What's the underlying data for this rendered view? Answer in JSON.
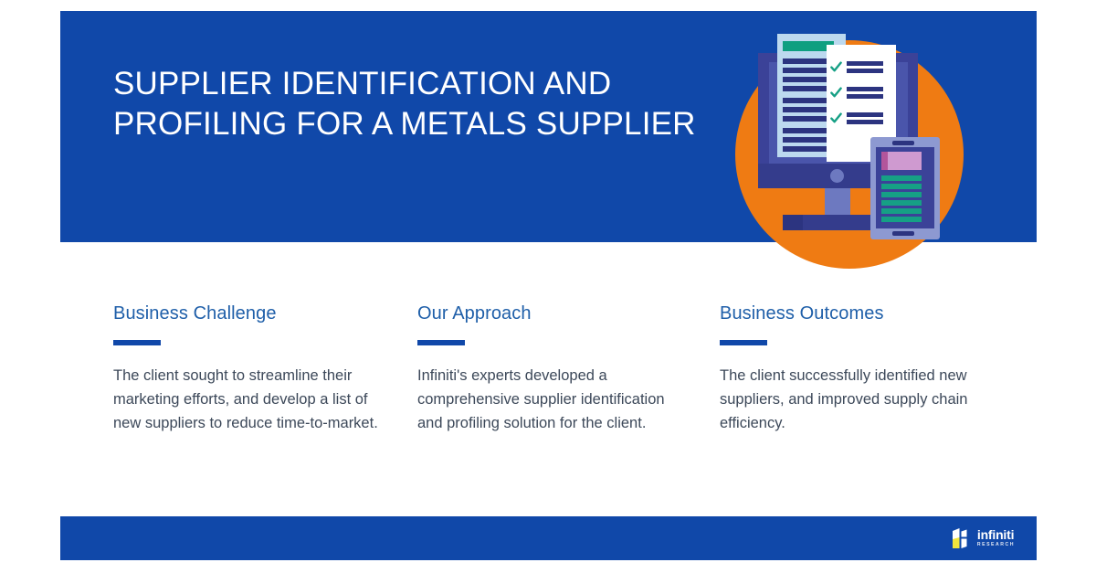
{
  "slide": {
    "title": "SUPPLIER IDENTIFICATION AND PROFILING FOR A METALS SUPPLIER",
    "background_color": "#ffffff",
    "band_color": "#1048a9",
    "accent_orange": "#ef7b13",
    "heading_color": "#1f5fa9",
    "body_color": "#3c4859"
  },
  "illustration": {
    "name": "supplier-checklist-illustration",
    "circle_color": "#ef7b13",
    "elements": [
      "orange-circle",
      "desktop-monitor",
      "checklist-document",
      "checked-document",
      "tablet-device"
    ],
    "check_color": "#16a085",
    "document_line_color": "#2c3480",
    "tablet_accent_color": "#cf9ad0"
  },
  "columns": [
    {
      "heading": "Business Challenge",
      "body": "The client sought to streamline their marketing efforts, and develop a list of new suppliers to reduce time-to-market."
    },
    {
      "heading": "Our Approach",
      "body": "Infiniti's experts developed a comprehensive supplier identification and profiling solution for the client."
    },
    {
      "heading": "Business Outcomes",
      "body": "The client successfully identified new suppliers, and improved supply chain efficiency."
    }
  ],
  "footer": {
    "logo_name": "infiniti",
    "logo_subtitle": "RESEARCH"
  }
}
